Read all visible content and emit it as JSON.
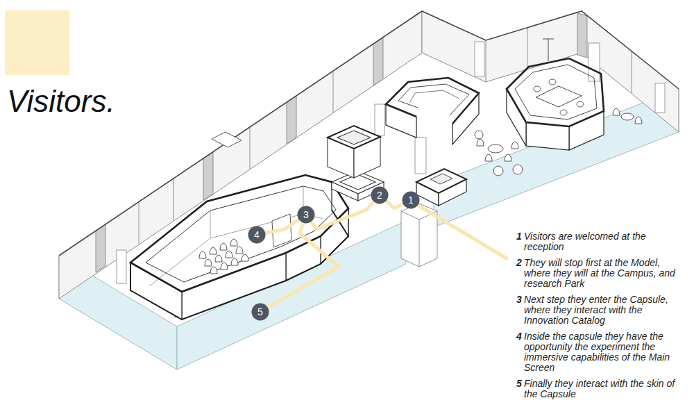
{
  "diagram": {
    "title": "Visitors.",
    "nodes": [
      {
        "text": [
          "1"
        ]
      },
      {
        "text": [
          "2"
        ]
      },
      {
        "text": [
          "3"
        ]
      },
      {
        "text": [
          "4"
        ]
      },
      {
        "text": [
          "5"
        ]
      }
    ],
    "edges": [
      {
        "from": 0,
        "to": 1,
        "arrow": "none"
      },
      {
        "from": 1,
        "to": 2,
        "arrow": "none"
      },
      {
        "from": 2,
        "to": 3,
        "arrow": "none"
      },
      {
        "from": 2,
        "to": 4,
        "arrow": "none"
      }
    ],
    "labels": [
      "1",
      "Visitors are welcomed at the reception",
      "2",
      "They will stop first at the Model, where they will at the Campus, and research Park",
      "3",
      "Next step they enter the Capsule, where they interact with the Innovation Catalog",
      "4",
      "Inside the capsule they have the opportunity the experiment the immersive capabilities of the Main Screen",
      "5",
      "Finally they interact with the skin of the Capsule"
    ]
  }
}
